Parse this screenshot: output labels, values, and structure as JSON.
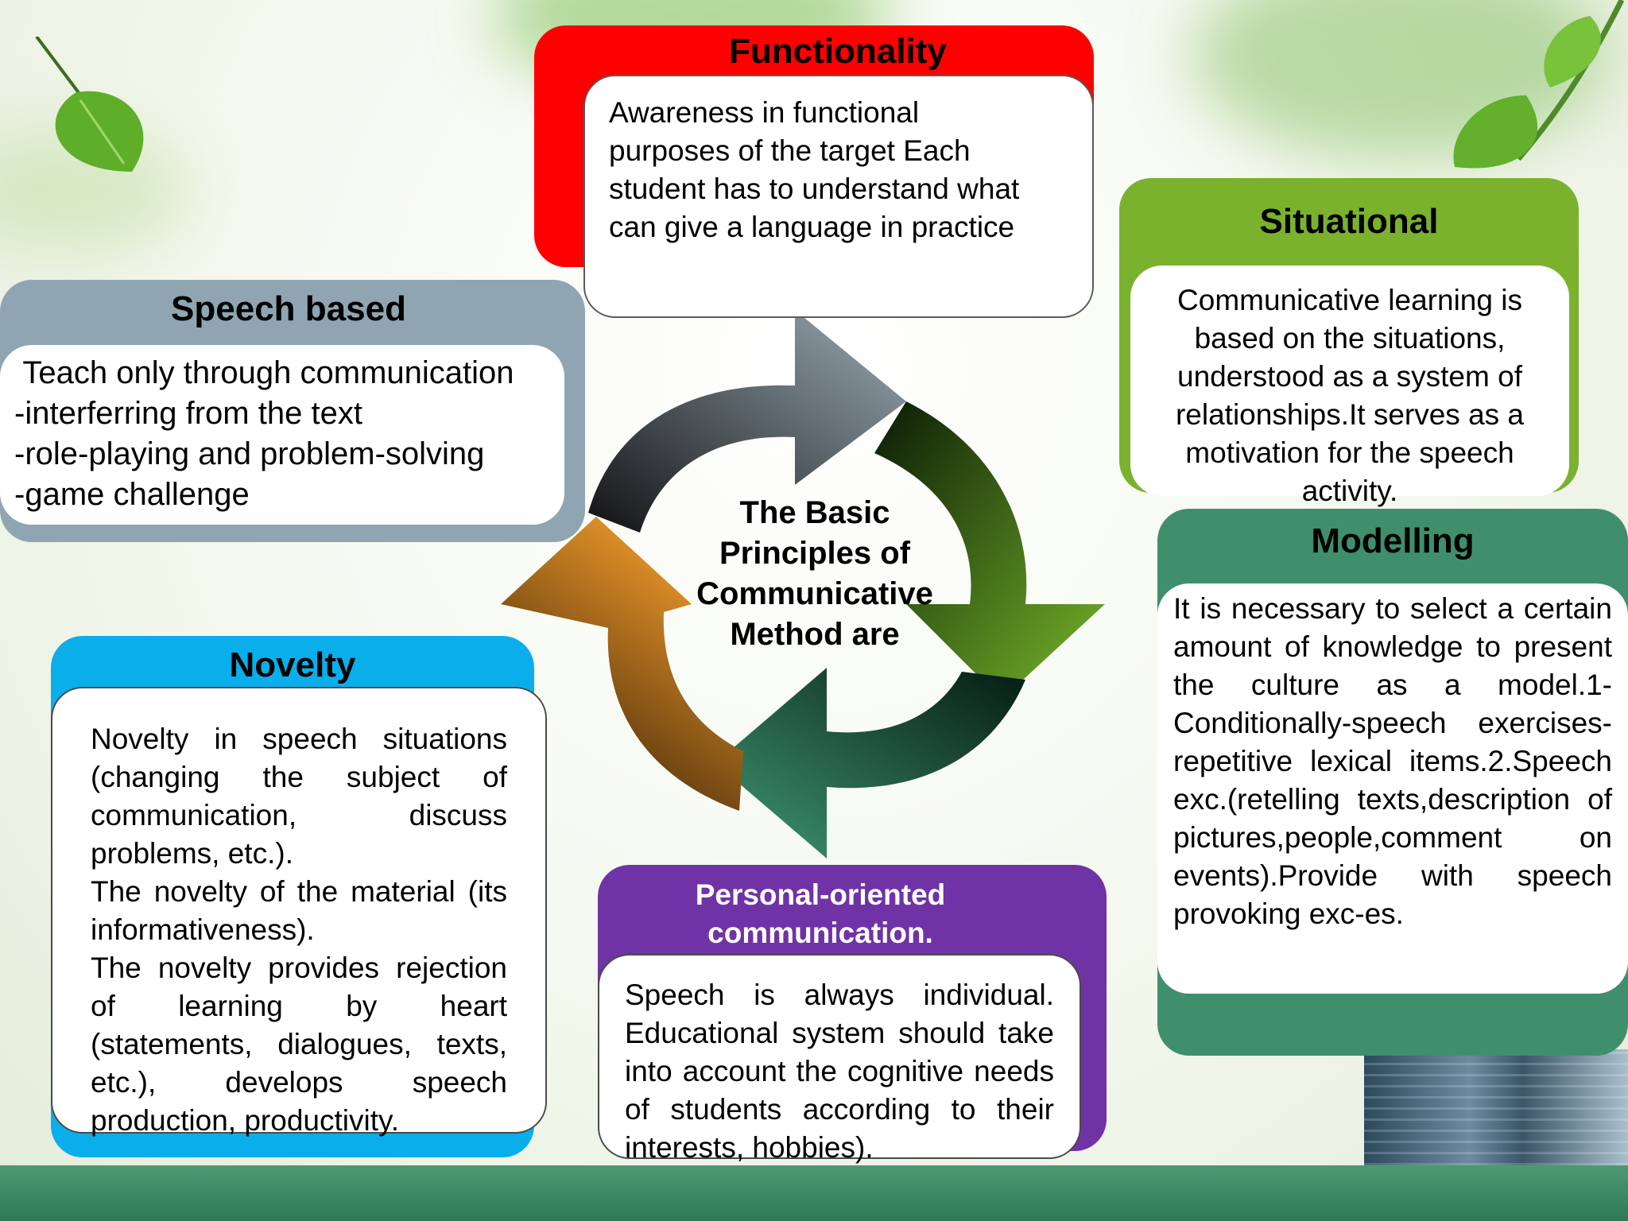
{
  "center": {
    "lines": [
      "The Basic",
      "Principles of",
      "Communicative",
      "Method are"
    ]
  },
  "functionality": {
    "title": "Functionality",
    "lines": [
      "Awareness in functional",
      "purposes of the target Each",
      "student has to understand what",
      "can give a language in practice"
    ]
  },
  "situational": {
    "title": "Situational",
    "lines": [
      "Communicative learning is",
      "based on the situations,",
      "understood as a system of",
      "relationships.It serves as a",
      "motivation for the speech",
      "activity."
    ]
  },
  "speech_based": {
    "title": "Speech based",
    "lines": [
      " Teach only through communication",
      "-interferring from the text",
      "-role-playing and problem-solving",
      "-game challenge"
    ]
  },
  "modelling": {
    "title": "Modelling",
    "text": "It is necessary to select a certain amount of knowledge to present the culture as a model.1-Conditionally-speech exercises-repetitive lexical items.2.Speech exc.(retelling texts,description of pictures,people,comment on events).Provide with speech provoking exc-es."
  },
  "novelty": {
    "title": "Novelty",
    "text": "Novelty in speech situations (changing the subject of communication, discuss problems, etc.).",
    "text2": "The novelty of the material (its informativeness).",
    "text3": "The novelty provides rejection of learning by heart (statements, dialogues, texts, etc.), develops speech production, productivity."
  },
  "personal": {
    "title_line1": "Personal-oriented",
    "title_line2": "communication.",
    "text": "Speech is always individual. Educational system should take into account the cognitive needs of students according to their  interests, hobbies)."
  },
  "colors": {
    "functionality": "#ff0000",
    "situational": "#7ab22e",
    "speech_based": "#8fa6b2",
    "modelling": "#3f8f6d",
    "novelty": "#0aaeea",
    "personal": "#7033a5",
    "arrow_gray": "#8a9aa6",
    "arrow_green": "#6aa21e",
    "arrow_teal": "#3a8a6a",
    "arrow_orange": "#e88a1e"
  }
}
